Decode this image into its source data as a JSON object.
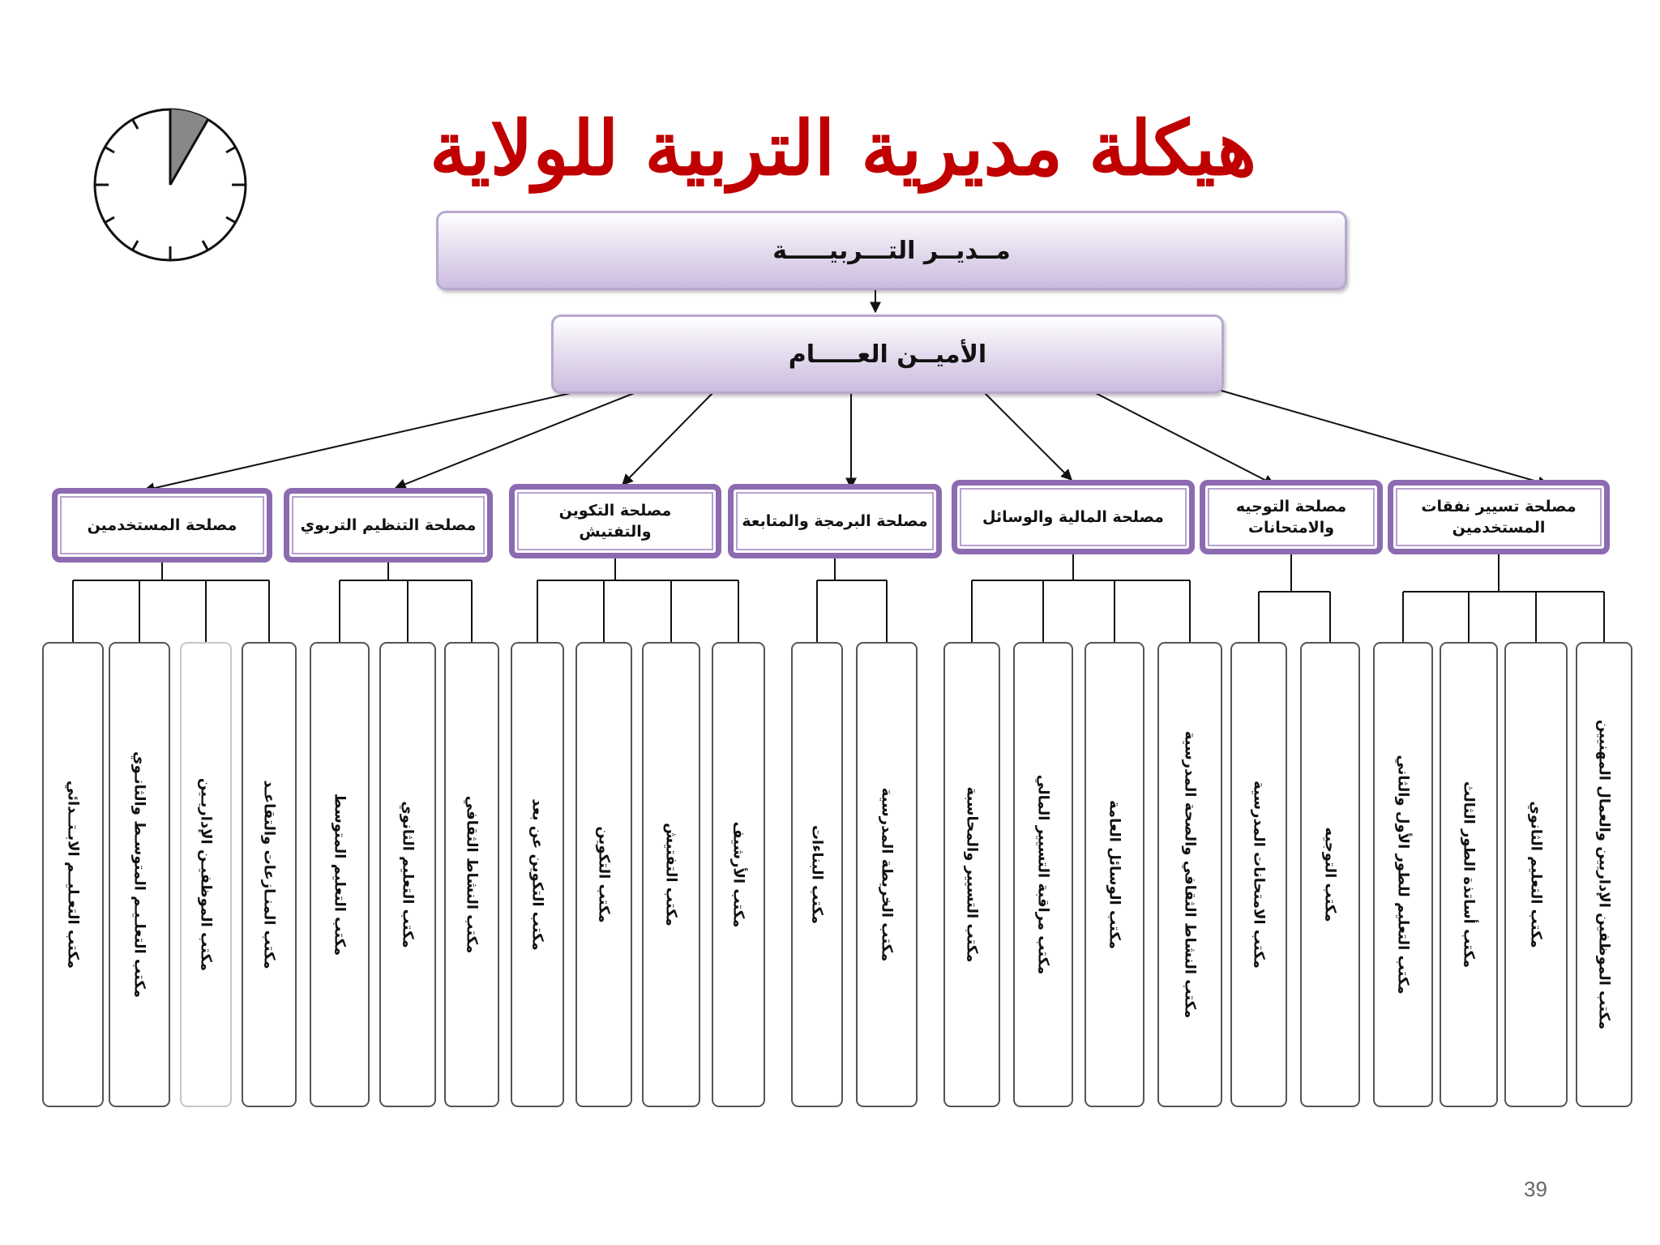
{
  "title": "هيكلة مديرية التربية للولاية",
  "director": "مــديــر التـــربيـــــة",
  "secretary_general": "الأميــن العـــــام",
  "services": [
    {
      "label": "مصلحة المستخدمين",
      "offices": [
        "مكتب التعـليــم الابـتــدائي",
        "مكتب التعلـيـم المتوسـط والثانـوي",
        "مكتب الموظفيـن الإداريـين",
        "مكتب المنـازعات والتقاعـد"
      ]
    },
    {
      "label": "مصلحة التنظيم التربوي",
      "offices": [
        "مكتب التعليم المتوسط",
        "مكتب التعليم الثانوي",
        "مكتب النشاط الثقافي"
      ]
    },
    {
      "label": "مصلحة التكوين والتفتيش",
      "offices": [
        "مكتب التكوين عن بعد",
        "مكتب التكوين",
        "مكتب التفتيش",
        "مكتب الأرشيف"
      ]
    },
    {
      "label": "مصلحة البرمجة والمتابعة",
      "offices": [
        "مكتب البناءات",
        "مكتب الخريطة المدرسية"
      ]
    },
    {
      "label": "مصلحة المالية والوسائل",
      "offices": [
        "مكتب التسيير والمحاسبة",
        "مكتب مراقبة التسيير المالي",
        "مكتب الوسائل العامة",
        "مكتب النشاط الثقافي والصحة المدرسية"
      ]
    },
    {
      "label": "مصلحة التوجيه والامتحانات",
      "offices": [
        "مكتب الامتحانات المدرسية",
        "مكتب التوجيه"
      ]
    },
    {
      "label": "مصلحة تسيير نفقات المستخدمين",
      "offices": [
        "مكتب التعليم للطور الأول والثاني",
        "مكتب أساتذة الطور الثالث",
        "مكتب التعليم الثانوي",
        "مكتب الموظفين الإداريين والعمال المهنيين"
      ]
    }
  ],
  "page_number": "39",
  "colors": {
    "title": "#c00000",
    "service_border": "#8c6bb1",
    "top_box_gradient": "#cbbcde"
  },
  "icons": [
    "clock-icon"
  ]
}
